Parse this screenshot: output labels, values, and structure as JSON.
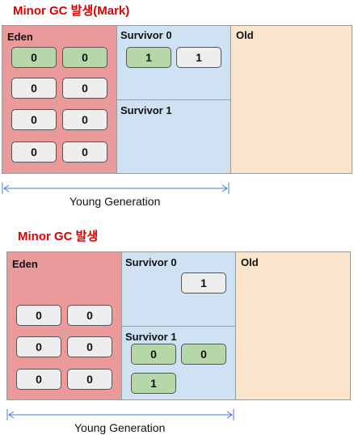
{
  "panels": [
    {
      "title": "Minor GC 발생(Mark)",
      "labels": {
        "eden": "Eden",
        "s0": "Survivor 0",
        "s1": "Survivor 1",
        "old": "Old"
      },
      "eden_objects": [
        {
          "value": "0",
          "state": "marked"
        },
        {
          "value": "0",
          "state": "marked"
        },
        {
          "value": "0",
          "state": "normal"
        },
        {
          "value": "0",
          "state": "normal"
        },
        {
          "value": "0",
          "state": "normal"
        },
        {
          "value": "0",
          "state": "normal"
        },
        {
          "value": "0",
          "state": "normal"
        },
        {
          "value": "0",
          "state": "normal"
        }
      ],
      "s0_objects": [
        {
          "value": "1",
          "state": "marked"
        },
        {
          "value": "1",
          "state": "normal"
        }
      ],
      "s1_objects": [],
      "young_generation": "Young Generation"
    },
    {
      "title": "Minor GC 발생",
      "labels": {
        "eden": "Eden",
        "s0": "Survivor 0",
        "s1": "Survivor 1",
        "old": "Old"
      },
      "eden_objects": [
        {
          "value": "0",
          "state": "normal"
        },
        {
          "value": "0",
          "state": "normal"
        },
        {
          "value": "0",
          "state": "normal"
        },
        {
          "value": "0",
          "state": "normal"
        },
        {
          "value": "0",
          "state": "normal"
        },
        {
          "value": "0",
          "state": "normal"
        }
      ],
      "s0_objects": [
        {
          "value": "1",
          "state": "normal"
        }
      ],
      "s1_objects": [
        {
          "value": "0",
          "state": "marked"
        },
        {
          "value": "0",
          "state": "marked"
        },
        {
          "value": "1",
          "state": "marked"
        }
      ],
      "young_generation": "Young Generation"
    }
  ],
  "colors": {
    "marked": "#b6d7a8",
    "normal": "#eeeeee",
    "eden": "#ea9a9a",
    "survivor": "#cfe2f3",
    "old": "#fce5cd",
    "title": "#e00000",
    "arrow": "#3c78d8"
  }
}
